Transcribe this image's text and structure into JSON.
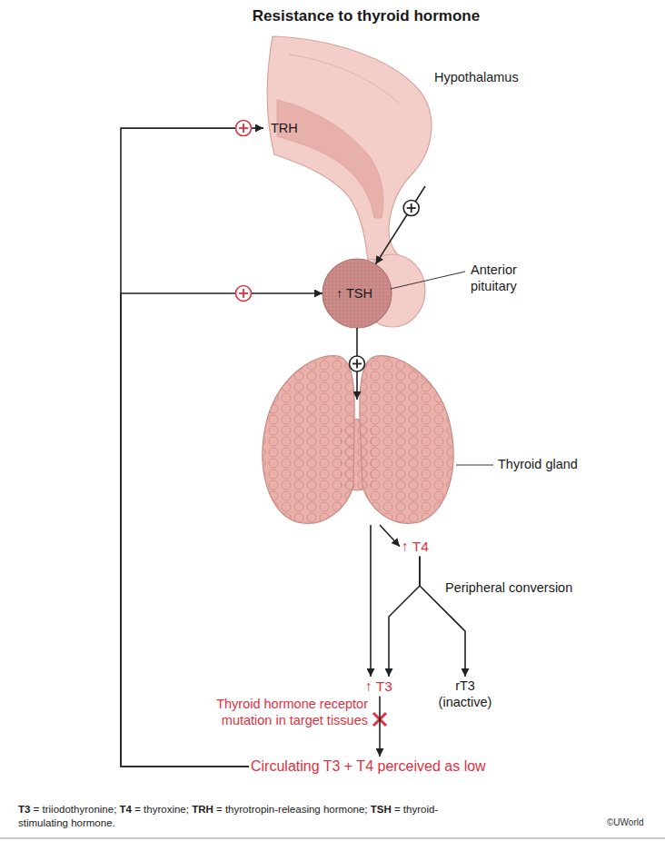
{
  "diagram": {
    "title": "Resistance to thyroid hormone",
    "caption": "T3 = triiodothyronine; T4 = thyroxine; TRH = thyrotropin-releasing hormone; TSH = thyroid-stimulating hormone.",
    "nodes": [
      {
        "text": [
          "Hypothalamus",
          "TRH"
        ]
      },
      {
        "text": [
          "↑ TSH",
          "Anterior pituitary"
        ]
      },
      {
        "text": [
          "Thyroid gland"
        ]
      },
      {
        "text": [
          "↑ T4"
        ]
      },
      {
        "text": [
          "↑ T3"
        ]
      },
      {
        "text": [
          "rT3 (inactive)"
        ]
      },
      {
        "text": [
          "Circulating T3 + T4 perceived as low"
        ]
      }
    ],
    "edges": [
      {
        "from": 0,
        "to": 1,
        "arrow": "to"
      },
      {
        "from": 1,
        "to": 2,
        "arrow": "to"
      },
      {
        "from": 2,
        "to": 3,
        "arrow": "to"
      },
      {
        "from": 2,
        "to": 4,
        "arrow": "to"
      },
      {
        "from": 3,
        "to": 4,
        "arrow": "to"
      },
      {
        "from": 3,
        "to": 5,
        "arrow": "to"
      },
      {
        "from": 4,
        "to": 6,
        "arrow": "to"
      },
      {
        "from": 6,
        "to": 0,
        "arrow": "to"
      },
      {
        "from": 6,
        "to": 1,
        "arrow": "to"
      }
    ],
    "labels": [
      "Peripheral conversion",
      "Thyroid hormone receptor mutation in target tissues",
      "©UWorld"
    ]
  }
}
